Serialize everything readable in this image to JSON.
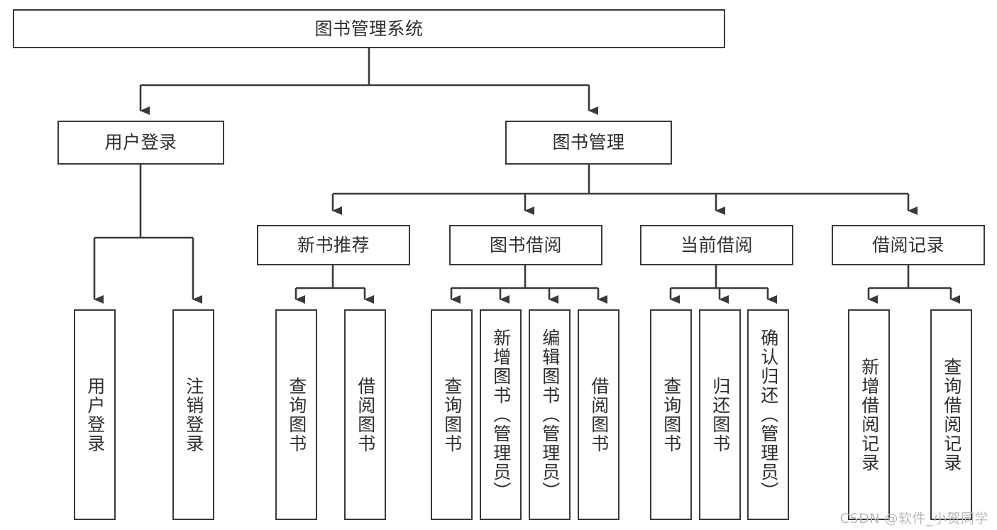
{
  "diagram": {
    "title": "图书管理系统",
    "watermark": "CSDN @软件_小贺同学",
    "colors": {
      "box_border": "#3a3a3a",
      "box_fill": "#ffffff",
      "connector": "#3a3a3a",
      "text": "#2e2e2e",
      "watermark": "#b9b9b9",
      "background": "#ffffff"
    },
    "nodes": {
      "root": {
        "label": "图书管理系统"
      },
      "level2": [
        {
          "label": "用户登录"
        },
        {
          "label": "图书管理"
        }
      ],
      "level3": [
        {
          "label": "新书推荐"
        },
        {
          "label": "图书借阅"
        },
        {
          "label": "当前借阅"
        },
        {
          "label": "借阅记录"
        }
      ],
      "leaves": {
        "user_login": [
          {
            "label": "用户登录"
          },
          {
            "label": "注销登录"
          }
        ],
        "new_book": [
          {
            "label": "查询图书"
          },
          {
            "label": "借阅图书"
          }
        ],
        "book_borrow": [
          {
            "label": "查询图书"
          },
          {
            "label": "新增图书（管理员）"
          },
          {
            "label": "编辑图书（管理员）"
          },
          {
            "label": "借阅图书"
          }
        ],
        "current_borrow": [
          {
            "label": "查询图书"
          },
          {
            "label": "归还图书"
          },
          {
            "label": "确认归还（管理员）"
          }
        ],
        "borrow_record": [
          {
            "label": "新增借阅记录"
          },
          {
            "label": "查询借阅记录"
          }
        ]
      }
    }
  }
}
